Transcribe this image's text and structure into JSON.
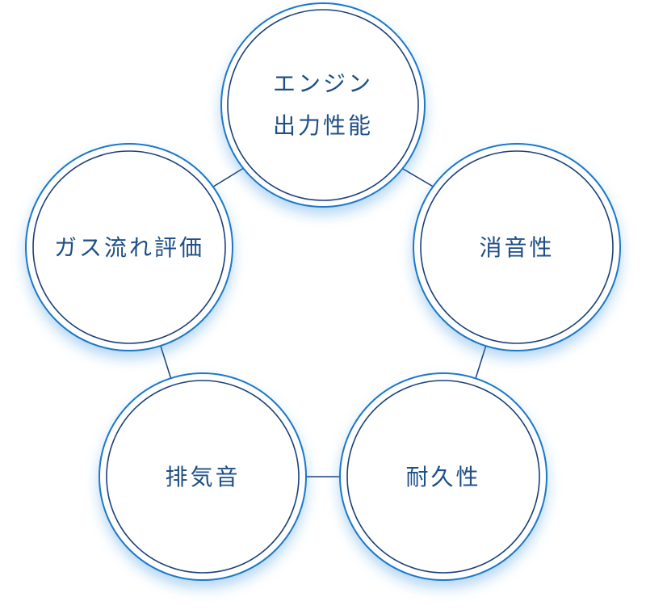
{
  "nodes": [
    {
      "id": "engine-output",
      "lines": [
        "エンジン",
        "出力性能"
      ]
    },
    {
      "id": "noise-reduction",
      "lines": [
        "消音性"
      ]
    },
    {
      "id": "durability",
      "lines": [
        "耐久性"
      ]
    },
    {
      "id": "exhaust-sound",
      "lines": [
        "排気音"
      ]
    },
    {
      "id": "gas-flow-evaluation",
      "lines": [
        "ガス流れ評価"
      ]
    }
  ],
  "colors": {
    "ring_outer": "#1d78c8",
    "ring_inner": "#1b3f78",
    "connector": "#1b3f78",
    "text": "#1e4f86",
    "glow": "#2f8fdd"
  }
}
